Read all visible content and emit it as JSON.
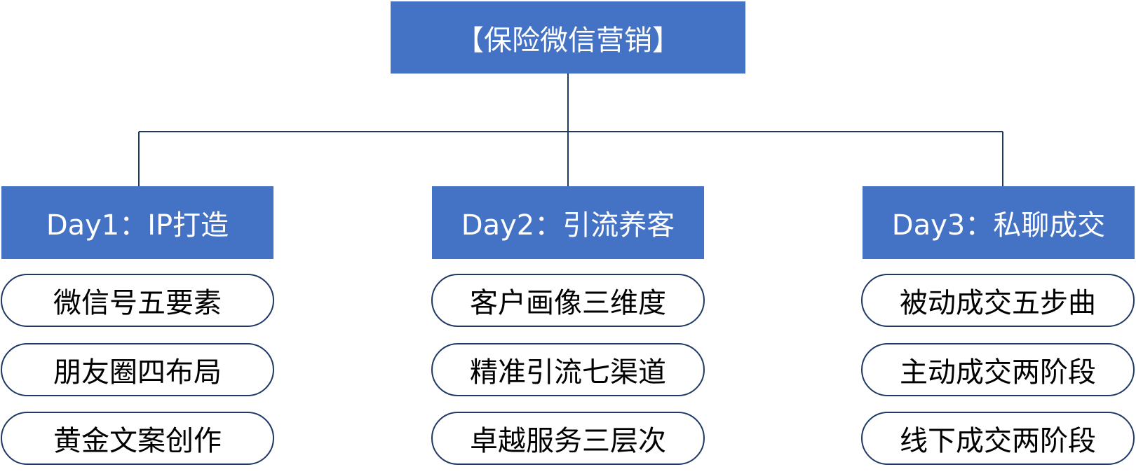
{
  "root": {
    "label": "【保险微信营销】"
  },
  "days": [
    {
      "title": "Day1：IP打造",
      "items": [
        "微信号五要素",
        "朋友圈四布局",
        "黄金文案创作"
      ]
    },
    {
      "title": "Day2：引流养客",
      "items": [
        "客户画像三维度",
        "精准引流七渠道",
        "卓越服务三层次"
      ]
    },
    {
      "title": "Day3：私聊成交",
      "items": [
        "被动成交五步曲",
        "主动成交两阶段",
        "线下成交两阶段"
      ]
    }
  ],
  "colors": {
    "box_fill": "#4472c4",
    "box_text": "#ffffff",
    "pill_border": "#1f3864",
    "connector": "#1f3864"
  }
}
